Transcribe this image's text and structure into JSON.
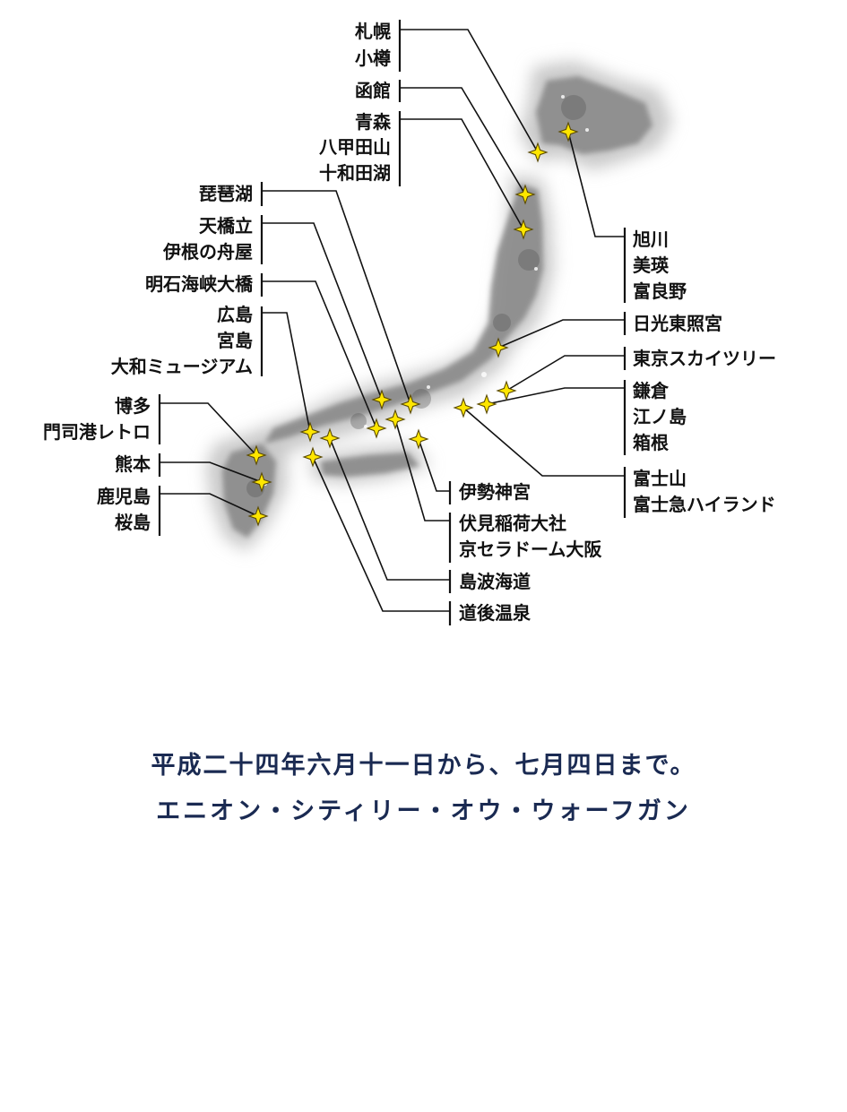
{
  "map": {
    "label_groups": [
      {
        "id": "sapporo",
        "lines": [
          "札幌",
          "小樽"
        ]
      },
      {
        "id": "hakodate",
        "lines": [
          "函館"
        ]
      },
      {
        "id": "aomori",
        "lines": [
          "青森",
          "八甲田山",
          "十和田湖"
        ]
      },
      {
        "id": "biwako",
        "lines": [
          "琵琶湖"
        ]
      },
      {
        "id": "amanohashidate",
        "lines": [
          "天橋立",
          "伊根の舟屋"
        ]
      },
      {
        "id": "akashi",
        "lines": [
          "明石海峡大橋"
        ]
      },
      {
        "id": "hiroshima",
        "lines": [
          "広島",
          "宮島",
          "大和ミュージアム"
        ]
      },
      {
        "id": "hakata",
        "lines": [
          "博多",
          "門司港レトロ"
        ]
      },
      {
        "id": "kumamoto",
        "lines": [
          "熊本"
        ]
      },
      {
        "id": "kagoshima",
        "lines": [
          "鹿児島",
          "桜島"
        ]
      },
      {
        "id": "asahikawa",
        "lines": [
          "旭川",
          "美瑛",
          "富良野"
        ]
      },
      {
        "id": "nikko",
        "lines": [
          "日光東照宮"
        ]
      },
      {
        "id": "skytree",
        "lines": [
          "東京スカイツリー"
        ]
      },
      {
        "id": "kamakura",
        "lines": [
          "鎌倉",
          "江ノ島",
          "箱根"
        ]
      },
      {
        "id": "fuji",
        "lines": [
          "富士山",
          "富士急ハイランド"
        ]
      },
      {
        "id": "ise",
        "lines": [
          "伊勢神宮"
        ]
      },
      {
        "id": "fushimi",
        "lines": [
          "伏見稲荷大社",
          "京セラドーム大阪"
        ]
      },
      {
        "id": "shimanami",
        "lines": [
          "島波海道"
        ]
      },
      {
        "id": "dogo",
        "lines": [
          "道後温泉"
        ]
      }
    ],
    "marker_color": "#ffe600",
    "map_fill": "#7a7a7a",
    "icon": "four-point-star-icon"
  },
  "caption": {
    "period": "平成二十四年六月十一日から、七月四日まで。",
    "title": "エニオン・シティリー・オウ・ウォーフガン"
  }
}
